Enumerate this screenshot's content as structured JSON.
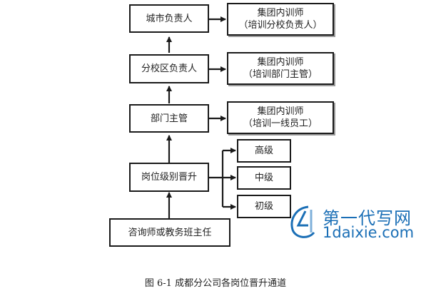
{
  "nodes": {
    "city": "城市负责人",
    "branch": "分校区负责人",
    "dept": "部门主管",
    "promo": "岗位级别晋升",
    "base": "咨询师或教务班主任"
  },
  "trainers": {
    "t1": {
      "line1": "集团内训师",
      "line2": "（培训分校负责人）"
    },
    "t2": {
      "line1": "集团内训师",
      "line2": "（培训部门主管）"
    },
    "t3": {
      "line1": "集团内训师",
      "line2": "（培训一线员工）"
    }
  },
  "levels": {
    "high": "高级",
    "mid": "中级",
    "low": "初级"
  },
  "caption": "图 6-1  成都分公司各岗位晋升通道",
  "watermark": {
    "cn": "第一代写网",
    "en": "1daixie.com"
  }
}
